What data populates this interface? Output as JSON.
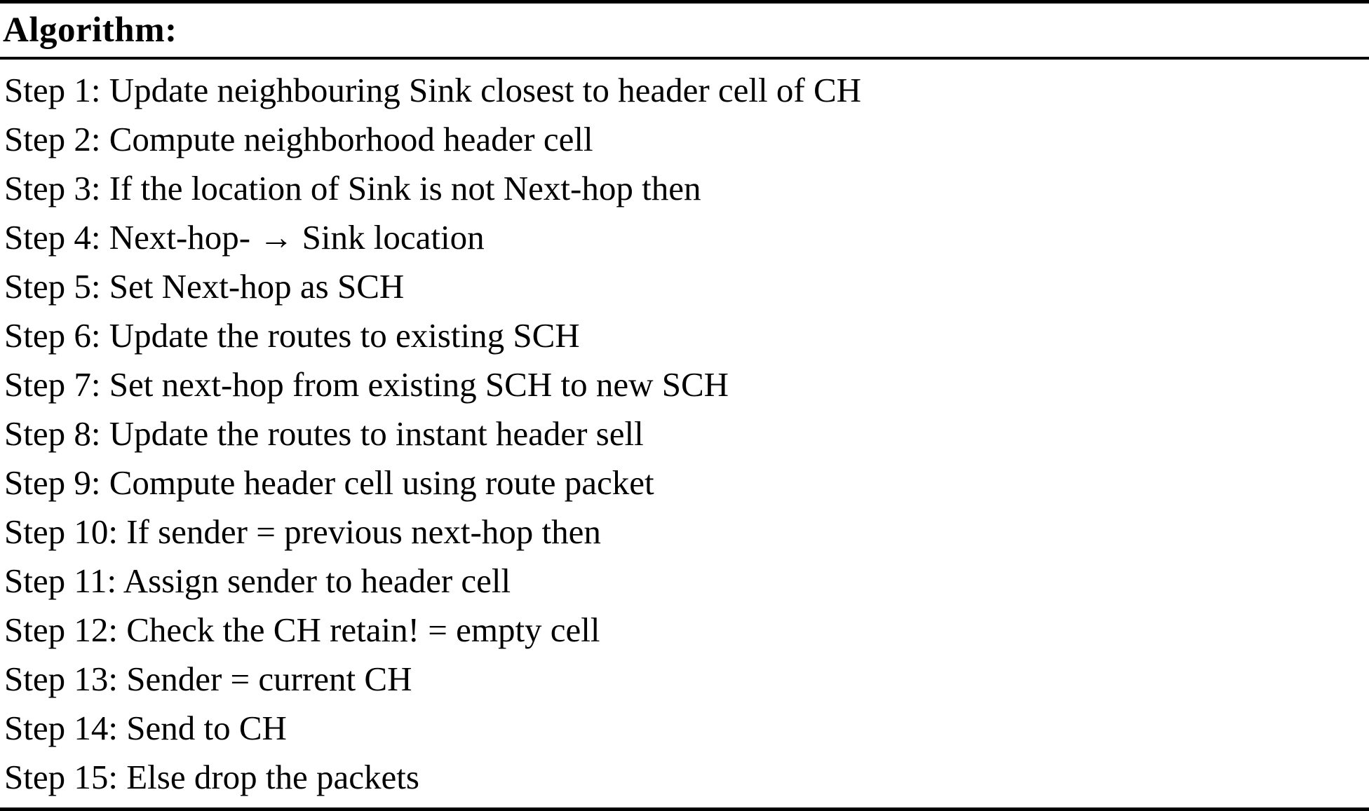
{
  "header": {
    "title": "Algorithm:"
  },
  "steps": [
    "Step 1: Update neighbouring Sink closest to header cell of CH",
    "Step 2: Compute neighborhood header cell",
    "Step 3: If the location of Sink is not Next-hop then",
    "Step 4: Next-hop- → Sink location",
    "Step 5: Set Next-hop as SCH",
    "Step 6: Update the routes to existing SCH",
    "Step 7: Set next-hop from existing SCH to new SCH",
    "Step 8: Update the routes to instant header sell",
    "Step 9: Compute header cell using route packet",
    "Step 10: If sender = previous next-hop then",
    "Step 11: Assign sender to header cell",
    "Step 12: Check the CH retain! = empty cell",
    "Step 13: Sender = current CH",
    "Step 14: Send to CH",
    "Step 15: Else drop the packets"
  ],
  "colors": {
    "text": "#000000",
    "background": "#ffffff",
    "rule": "#000000"
  }
}
